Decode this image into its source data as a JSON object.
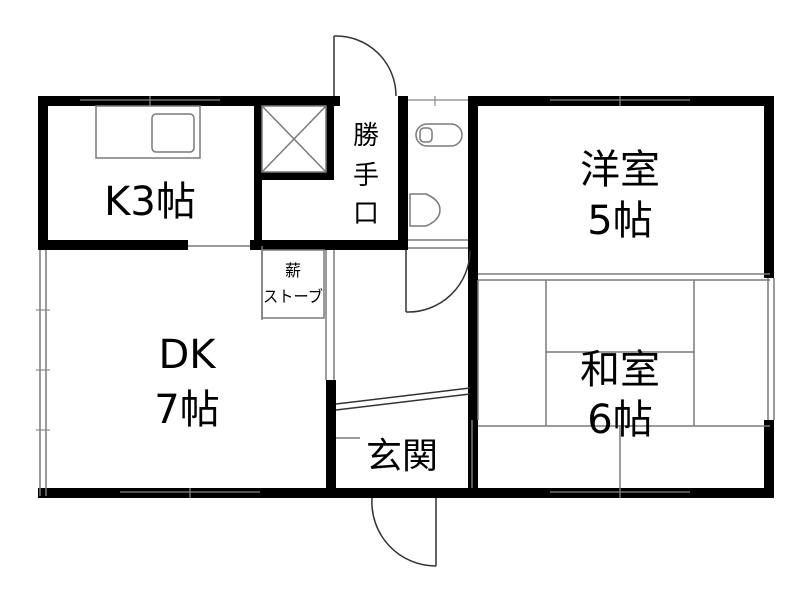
{
  "plan": {
    "rooms": {
      "kitchen": {
        "name": "K3帖"
      },
      "western_room": {
        "name": "洋室",
        "size": "5帖"
      },
      "dining_kitchen": {
        "name": "DK",
        "size": "7帖"
      },
      "japanese_room": {
        "name": "和室",
        "size": "6帖"
      },
      "service_entrance": {
        "chars": [
          "勝",
          "手",
          "口"
        ]
      },
      "entrance": {
        "name": "玄関"
      },
      "stove": {
        "line1": "薪",
        "line2": "ストーブ"
      }
    }
  },
  "colors": {
    "wall": "#000000",
    "thin_line": "#7a7a7a",
    "background": "#ffffff"
  }
}
